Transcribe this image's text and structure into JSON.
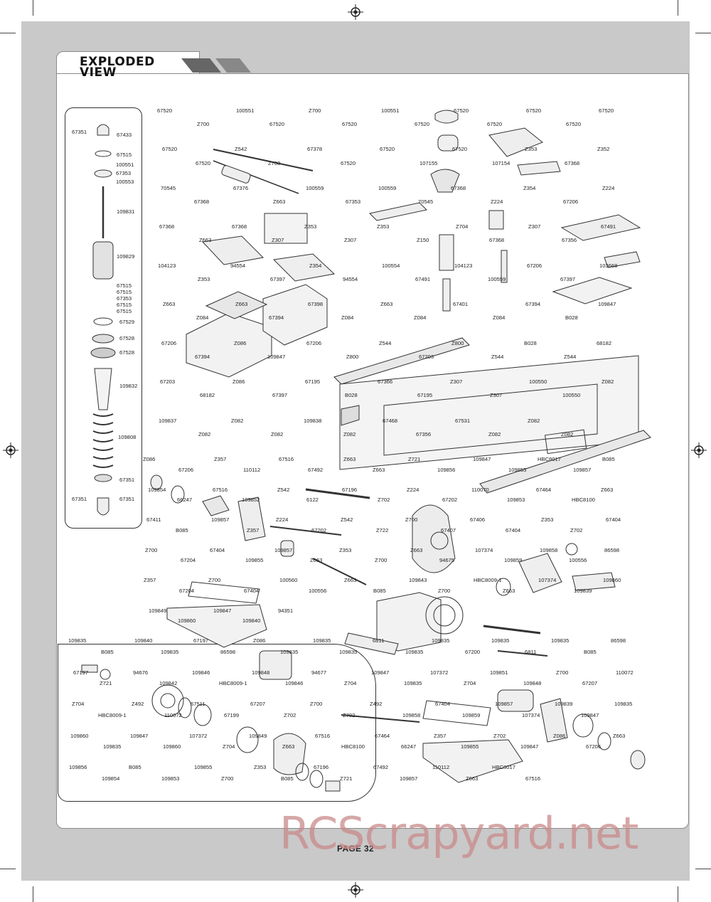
{
  "header": {
    "title_line1": "EXPLODED",
    "title_line2": "VIEW"
  },
  "footer": {
    "page_label": "PAGE 32"
  },
  "watermark": {
    "text": "RCScrapyard.net"
  },
  "colors": {
    "frame_gray": "#c9c9c9",
    "line": "#333333",
    "watermark": "#c98a8a"
  },
  "shock_labels": [
    "67351",
    "67433",
    "67515",
    "100551",
    "67353",
    "100553",
    "109831",
    "109829",
    "67515",
    "67515",
    "67353",
    "67515",
    "67515",
    "67529",
    "67528",
    "67528",
    "109832",
    "109808",
    "67351",
    "67351",
    "67351"
  ],
  "parts": {
    "upper": [
      "67520",
      "Z700",
      "100551",
      "67520",
      "Z700",
      "67520",
      "100551",
      "67520",
      "67520",
      "67520",
      "67520",
      "67520",
      "67520",
      "67520",
      "67520",
      "Z542",
      "Z700",
      "67378",
      "67520",
      "67520",
      "107155",
      "67520",
      "107154",
      "Z353",
      "67368",
      "Z352",
      "70545",
      "67368",
      "67376",
      "Z663",
      "100559",
      "67353",
      "100559",
      "70545",
      "67368",
      "Z224",
      "Z354",
      "67206",
      "Z224",
      "67368",
      "Z663",
      "67368",
      "Z307",
      "Z353",
      "Z307",
      "Z353",
      "Z150",
      "Z704",
      "67368",
      "Z307",
      "67356",
      "67491",
      "104123",
      "Z353",
      "94554",
      "67397",
      "Z354",
      "94554",
      "100554",
      "67491",
      "104123",
      "100559",
      "67206",
      "67397",
      "103668",
      "Z663",
      "Z084",
      "Z663",
      "67394",
      "67398",
      "Z084",
      "Z663",
      "Z084",
      "67401",
      "Z084",
      "67394",
      "B028",
      "109847",
      "67206",
      "67394",
      "Z086",
      "109847",
      "67206",
      "Z800",
      "Z544",
      "67203",
      "Z800",
      "Z544",
      "B028",
      "Z544",
      "68182",
      "67203",
      "68182",
      "Z086",
      "67397",
      "67195",
      "B028",
      "67366",
      "67195",
      "Z307",
      "Z307",
      "100550",
      "100550",
      "Z082",
      "109837",
      "Z082",
      "Z082",
      "Z082",
      "109838",
      "Z082",
      "67468",
      "67356",
      "67531",
      "Z082",
      "Z082",
      "Z082"
    ],
    "middle": [
      "Z086",
      "67206",
      "Z357",
      "110112",
      "67516",
      "67492",
      "Z663",
      "Z663",
      "Z721",
      "109856",
      "109847",
      "109855",
      "HBC8017",
      "109857",
      "B085",
      "109854",
      "66247",
      "67516",
      "109852",
      "Z542",
      "6122",
      "67196",
      "Z702",
      "Z224",
      "67202",
      "110070",
      "109853",
      "67464",
      "HBC8100",
      "Z663",
      "67411",
      "B085",
      "109857",
      "Z357",
      "Z224",
      "67202",
      "Z542",
      "Z722",
      "Z700",
      "67407",
      "67406",
      "67404",
      "Z353",
      "Z702",
      "67404",
      "Z700",
      "67204",
      "67404",
      "109855",
      "109857",
      "Z663",
      "Z353",
      "Z700",
      "Z663",
      "94675",
      "107374",
      "109859",
      "109858",
      "100556",
      "86598",
      "Z357",
      "67204",
      "Z700",
      "67404",
      "100560",
      "100556",
      "Z663",
      "B085",
      "109843",
      "Z700",
      "HBC8009-1",
      "Z663",
      "107374",
      "109839",
      "109860",
      "109849",
      "109860",
      "109847",
      "109840",
      "94351"
    ],
    "lower": [
      "109835",
      "B085",
      "109840",
      "109835",
      "67197",
      "86598",
      "Z086",
      "109835",
      "109835",
      "109835",
      "6811",
      "109835",
      "109835",
      "67200",
      "109835",
      "6811",
      "109835",
      "B085",
      "86598",
      "67197",
      "Z721",
      "94676",
      "109842",
      "109846",
      "HBC8009-1",
      "109848",
      "109846",
      "94677",
      "Z704",
      "109847",
      "109835",
      "107372",
      "Z704",
      "109851",
      "109848",
      "Z700",
      "67207",
      "110072",
      "Z704",
      "HBC8009-1",
      "Z492",
      "110072",
      "67511",
      "67199",
      "67207",
      "Z702",
      "Z700",
      "Z702",
      "Z492",
      "109858",
      "67404",
      "109859",
      "109857",
      "107374",
      "109839",
      "109847",
      "109835",
      "109860",
      "109835",
      "109847",
      "109860",
      "107372",
      "Z704",
      "109849",
      "Z663",
      "67516",
      "HBC8100",
      "67464",
      "66247",
      "Z357",
      "109855",
      "Z702",
      "109847",
      "Z086",
      "67206",
      "Z663",
      "109856",
      "109854",
      "B085",
      "109853",
      "109855",
      "Z700",
      "Z353",
      "B085",
      "67196",
      "Z721",
      "67492",
      "109857",
      "110112",
      "Z663",
      "HBC8017",
      "67516"
    ]
  }
}
